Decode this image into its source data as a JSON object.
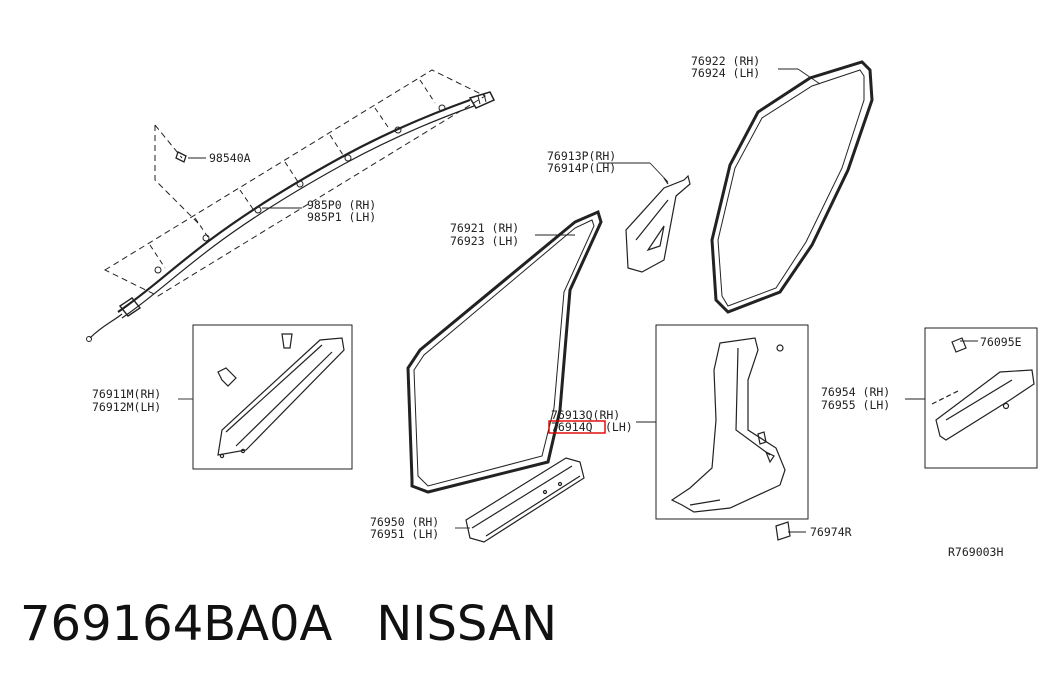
{
  "labels": {
    "p98540": "98540A",
    "p985p0": "985P0 (RH)",
    "p985p1": "985P1 (LH)",
    "p76911": "76911M(RH)",
    "p76912": "76912M(LH)",
    "p76921": "76921 (RH)",
    "p76923": "76923 (LH)",
    "p76913": "76913P(RH)",
    "p76914": "76914P(LH)",
    "p76922": "76922 (RH)",
    "p76924": "76924 (LH)",
    "p76913q": "76913Q(RH)",
    "p76914q_part": "76914Q",
    "p76914q_side": "(LH)",
    "p76950": "76950 (RH)",
    "p76951": "76951 (LH)",
    "p76954": "76954 (RH)",
    "p76955": "76955 (LH)",
    "p76095": "76095E",
    "p76974": "76974R",
    "ref": "R769003H"
  },
  "caption": {
    "part_number": "769164BA0A",
    "brand": "NISSAN"
  },
  "colors": {
    "highlight": "#e00000",
    "line": "#222222"
  }
}
